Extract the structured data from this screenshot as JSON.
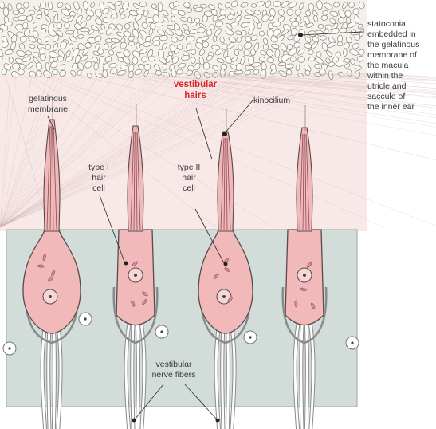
{
  "labels": {
    "statoconia": [
      "statoconia",
      "embedded in",
      "the gelatinous",
      "membrane of",
      "the macula",
      "within the",
      "utricle and",
      "saccule of",
      "the inner ear"
    ],
    "gelatinous_membrane": [
      "gelatinous",
      "membrane"
    ],
    "vestibular_hairs": [
      "vestibular",
      "hairs"
    ],
    "kinocilium": "kinocilium",
    "type_i_hair_cell": [
      "type I",
      "hair",
      "cell"
    ],
    "type_ii_hair_cell": [
      "type II",
      "hair",
      "cell"
    ],
    "vestibular_nerve_fibers": [
      "vestibular",
      "nerve fibers"
    ]
  },
  "colors": {
    "statoconia_layer": "#f4f1ec",
    "gelatinous_layer": "#f8e9e8",
    "epithelium": "#d2dcd9",
    "hair_cell_fill": "#f1b9b9",
    "outline": "#5a4a4a",
    "highlight_label": "#d8262c"
  }
}
